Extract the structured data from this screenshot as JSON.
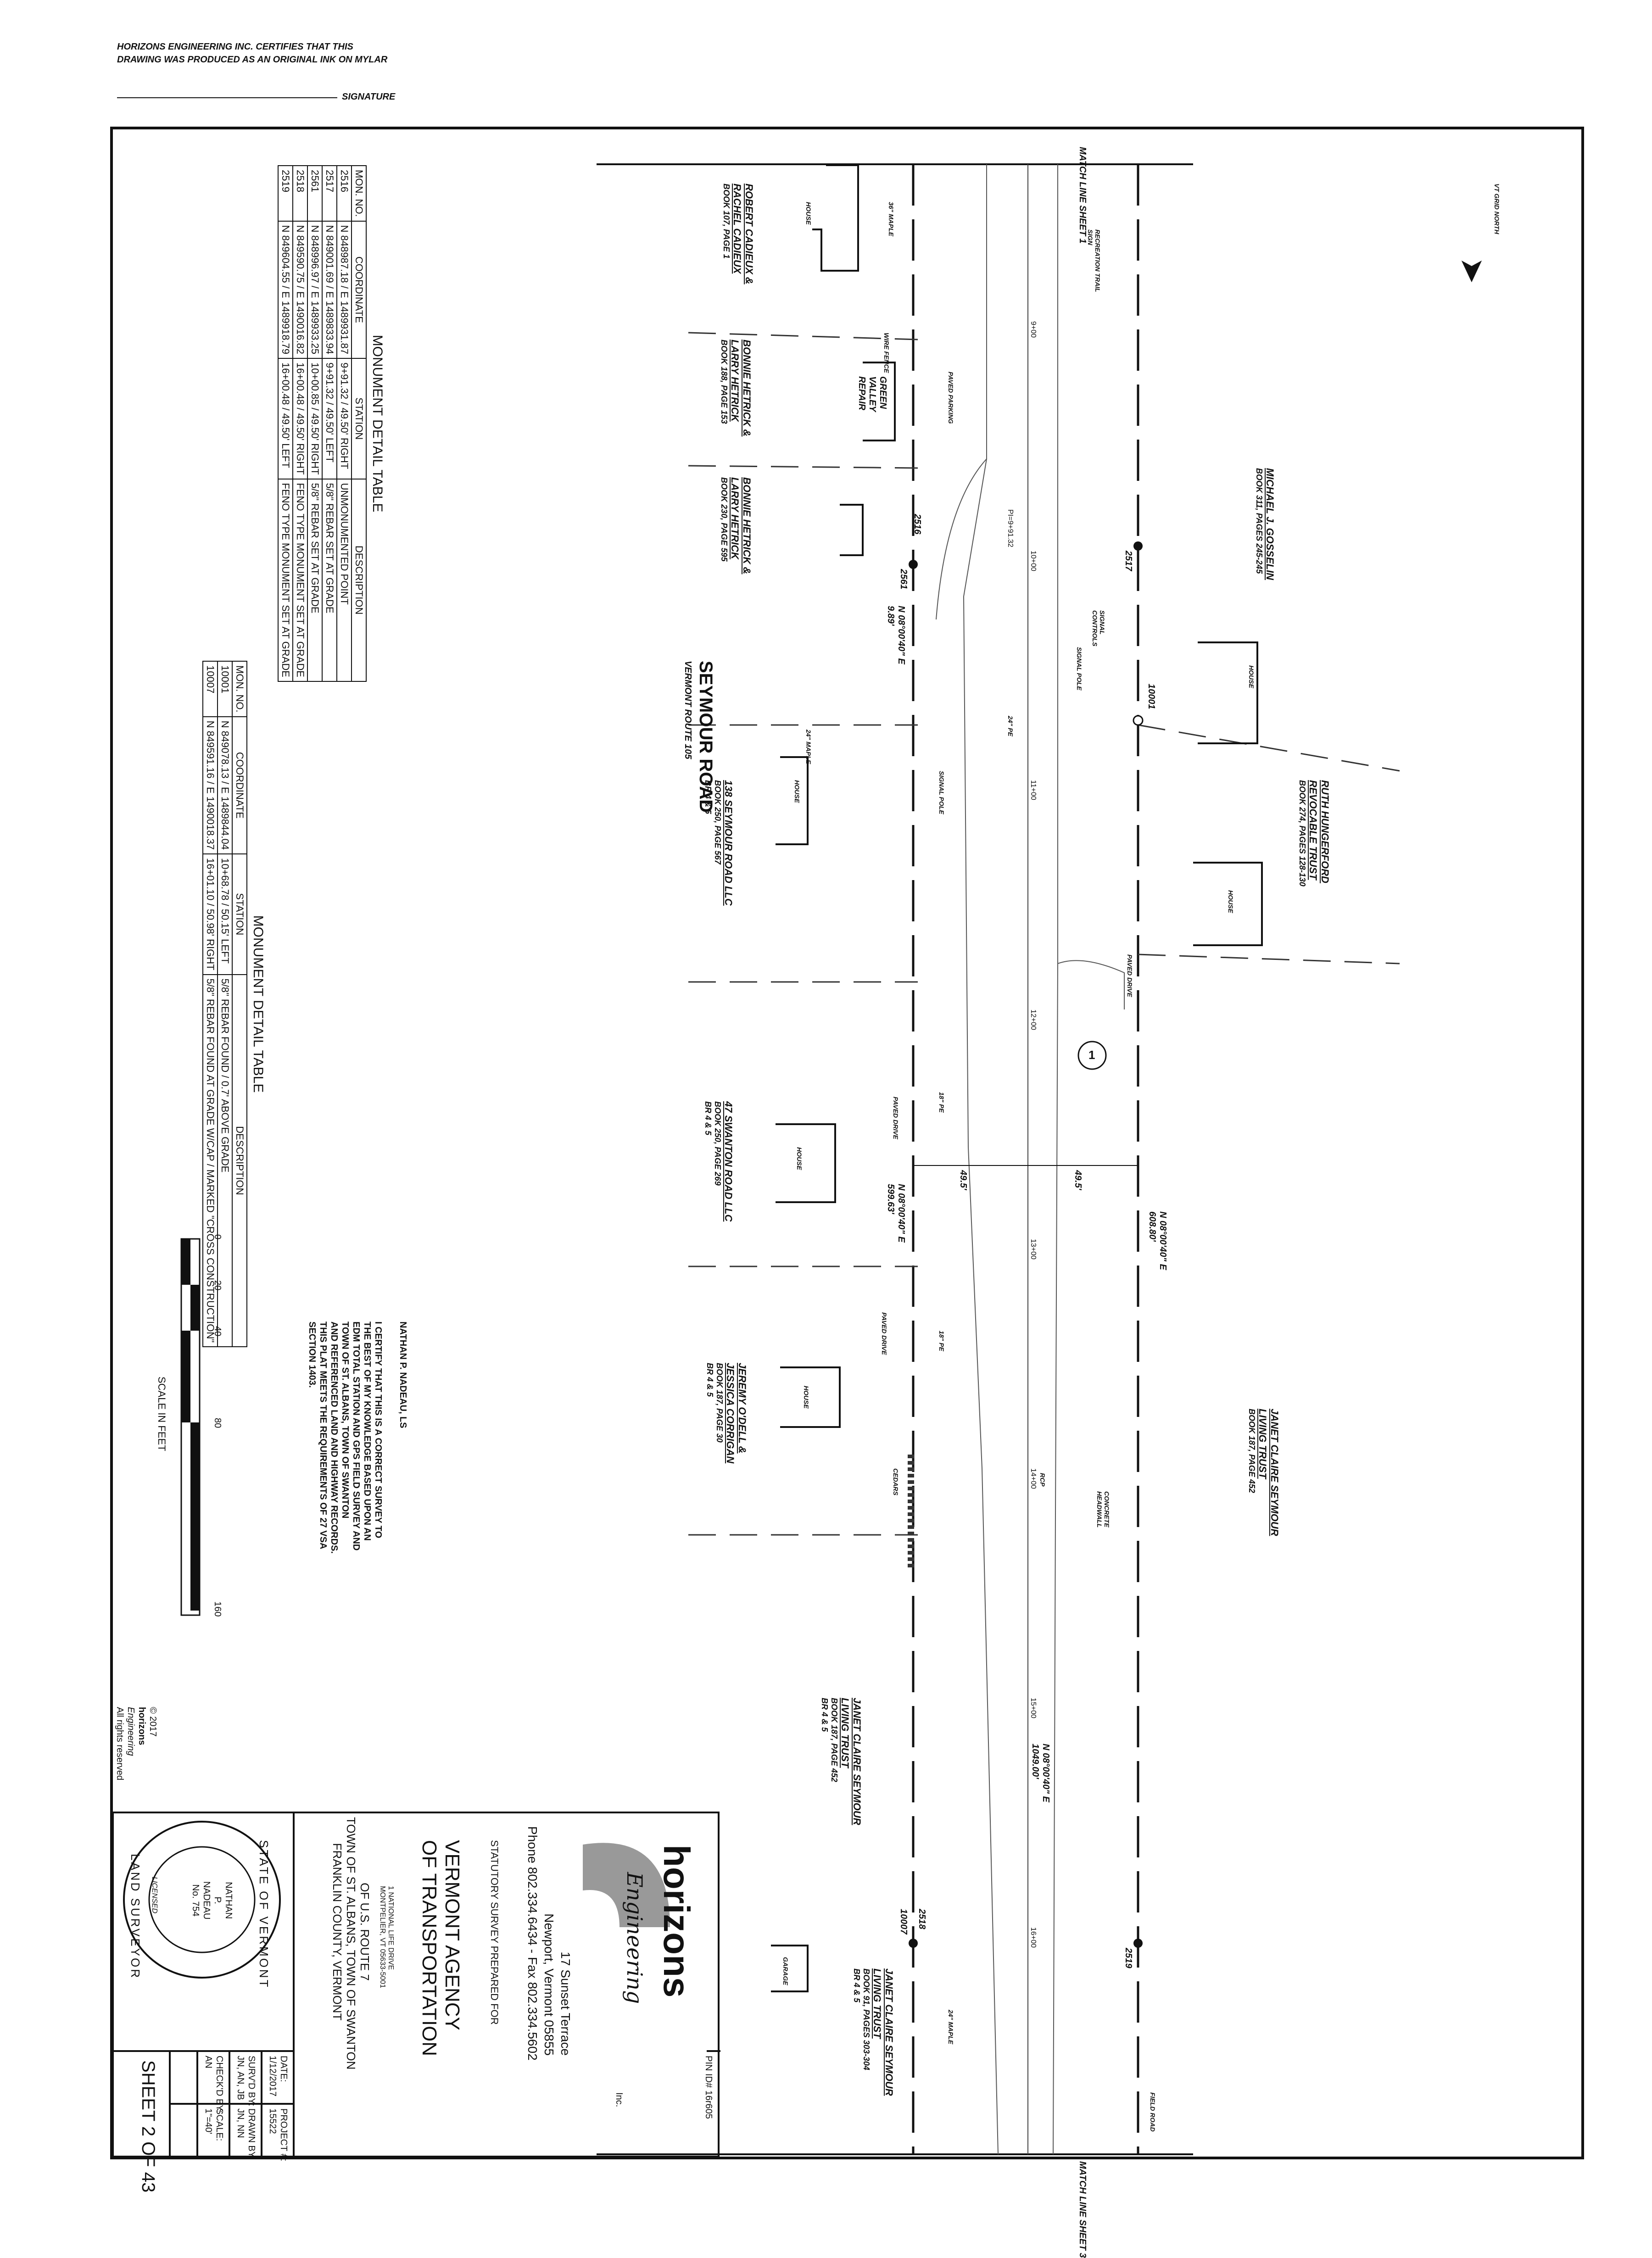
{
  "header": {
    "cert_line1": "HORIZONS ENGINEERING INC. CERTIFIES THAT THIS",
    "cert_line2": "DRAWING WAS PRODUCED AS AN ORIGINAL INK ON MYLAR",
    "signature_label": "SIGNATURE"
  },
  "match_lines": {
    "top": "MATCH LINE SHEET 1",
    "bottom": "MATCH LINE SHEET 3"
  },
  "north": {
    "label": "VT GRID NORTH"
  },
  "road": {
    "name": "SEYMOUR ROAD",
    "route": "VERMONT ROUTE 105"
  },
  "owners": [
    {
      "name1": "MICHAEL J. GOSSELIN",
      "name2": "",
      "ref": "BOOK 311, PAGES 245-245",
      "extra": ""
    },
    {
      "name1": "RUTH HUNGERFORD",
      "name2": "REVOCABLE TRUST",
      "ref": "BOOK 274, PAGES 128-130",
      "extra": ""
    },
    {
      "name1": "JANET CLAIRE SEYMOUR",
      "name2": "LIVING TRUST",
      "ref": "BOOK 187, PAGE 452",
      "extra": ""
    },
    {
      "name1": "ROBERT CADIEUX &",
      "name2": "RACHEL CADIEUX",
      "ref": "BOOK 107, PAGE 1",
      "extra": ""
    },
    {
      "name1": "BONNIE HETRICK &",
      "name2": "LARRY HETRICK",
      "ref": "BOOK 188, PAGE 153",
      "extra": ""
    },
    {
      "name1": "BONNIE HETRICK &",
      "name2": "LARRY HETRICK",
      "ref": "BOOK 230, PAGE 595",
      "extra": ""
    },
    {
      "name1": "138 SEYMOUR ROAD LLC",
      "name2": "",
      "ref": "BOOK 250, PAGE 567",
      "extra": "BR 4 & 5"
    },
    {
      "name1": "47 SWANTON ROAD LLC",
      "name2": "",
      "ref": "BOOK 250, PAGE 269",
      "extra": "BR 4 & 5"
    },
    {
      "name1": "JEREMY O'DELL &",
      "name2": "JESSICA CORRIGAN",
      "ref": "BOOK 187, PAGE 30",
      "extra": "BR 4 & 5"
    },
    {
      "name1": "JANET CLAIRE SEYMOUR",
      "name2": "LIVING TRUST",
      "ref": "BOOK 187, PAGE 452",
      "extra": "BR 4 & 5"
    },
    {
      "name1": "JANET CLAIRE SEYMOUR",
      "name2": "LIVING TRUST",
      "ref": "BOOK 91, PAGES 303-304",
      "extra": "BR 4 & 5"
    }
  ],
  "features": {
    "house": "HOUSE",
    "garage": "GARAGE",
    "green_valley_1": "GREEN",
    "green_valley_2": "VALLEY",
    "green_valley_3": "REPAIR",
    "wire_fence": "WIRE FENCE",
    "paved_parking": "PAVED PARKING",
    "paved_drive": "PAVED DRIVE",
    "recreation_sign_1": "RECREATION TRAIL",
    "recreation_sign_2": "SIGN",
    "signal_controls_1": "SIGNAL",
    "signal_controls_2": "CONTROLS",
    "signal_pole": "SIGNAL POLE",
    "concrete_headwall_1": "CONCRETE",
    "concrete_headwall_2": "HEADWALL",
    "cedars": "CEDARS",
    "field_road": "FIELD ROAD",
    "maple36": "36\" MAPLE",
    "maple24": "24\" MAPLE",
    "maple24b": "24\" MAPLE",
    "pe24": "24\" PE",
    "pe18": "18\" PE",
    "pe18b": "18\" PE",
    "rcp": "RCP",
    "callout": "1"
  },
  "stations": [
    "9+00",
    "10+00",
    "11+00",
    "12+00",
    "13+00",
    "14+00",
    "15+00",
    "16+00"
  ],
  "pi_label": "PI=9+91.32",
  "monuments_on_plan": [
    "2517",
    "10001",
    "2516",
    "2561",
    "2518",
    "10007",
    "2519"
  ],
  "bearings": {
    "b1": "N 08°00'40\" E",
    "b1d": "9.89'",
    "b2": "N 08°00'40\" E",
    "b2d": "608.80'",
    "b3": "N 08°00'40\" E",
    "b3d": "599.63'",
    "b4": "N 08°00'40\" E",
    "b4d": "1049.00'",
    "w1": "49.5'",
    "w2": "49.5'"
  },
  "table1": {
    "title": "MONUMENT DETAIL TABLE",
    "headers": [
      "MON. NO.",
      "COORDINATE",
      "STATION",
      "DESCRIPTION"
    ],
    "rows": [
      [
        "2516",
        "N 848987.18 / E 1489931.87",
        "9+91.32 / 49.50' RIGHT",
        "UNMONUMENTED POINT"
      ],
      [
        "2517",
        "N 849001.69 / E 1489833.94",
        "9+91.32 / 49.50' LEFT",
        "5/8\" REBAR SET AT GRADE"
      ],
      [
        "2561",
        "N 848996.97 / E 1489933.25",
        "10+00.85 / 49.50' RIGHT",
        "5/8\" REBAR SET AT GRADE"
      ],
      [
        "2518",
        "N 849590.75 / E 1490016.82",
        "16+00.48 / 49.50' RIGHT",
        "FENO TYPE MONUMENT SET AT GRADE"
      ],
      [
        "2519",
        "N 849604.55 / E 1489918.79",
        "16+00.48 / 49.50' LEFT",
        "FENO TYPE MONUMENT SET AT GRADE"
      ]
    ]
  },
  "table2": {
    "title": "MONUMENT DETAIL TABLE",
    "headers": [
      "MON. NO.",
      "COORDINATE",
      "STATION",
      "DESCRIPTION"
    ],
    "rows": [
      [
        "10001",
        "N 849078.13 / E 1489844.04",
        "10+68.78 / 50.15' LEFT",
        "5/8\" REBAR FOUND / 0.7' ABOVE GRADE"
      ],
      [
        "10007",
        "N 849591.16 / E 1490018.37",
        "16+01.10 / 50.98' RIGHT",
        "5/8\" REBAR FOUND AT GRADE W/CAP / MARKED \"CROSS CONSTRUCTION\""
      ]
    ]
  },
  "certification": {
    "name": "NATHAN P. NADEAU, LS",
    "text": [
      "I CERTIFY THAT THIS IS A CORRECT SURVEY TO",
      "THE BEST OF MY KNOWLEDGE BASED UPON AN",
      "EDM TOTAL STATION AND GPS FIELD SURVEY AND",
      "TOWN OF ST. ALBANS, TOWN OF SWANTON",
      "AND REFERENCED LAND AND HIGHWAY RECORDS.",
      "THIS PLAT MEETS THE REQUIREMENTS OF 27 VSA",
      "SECTION 1403."
    ]
  },
  "scale_bar": {
    "ticks": [
      "0",
      "20",
      "40",
      "80",
      "160"
    ],
    "label": "SCALE IN FEET"
  },
  "copyright": {
    "year": "© 2017",
    "company": "horizons",
    "sub": "Engineering",
    "rights": "All rights reserved"
  },
  "title_block": {
    "company": "horizons",
    "company_sub": "Engineering",
    "inc": "Inc.",
    "address1": "17 Sunset Terrace",
    "address2": "Newport, Vermont 05855",
    "phone": "Phone 802.334.6434 - Fax 802.334.5602",
    "pin": "PIN ID# 16r605",
    "prepared_for": "STATUTORY SURVEY PREPARED FOR",
    "client1": "VERMONT AGENCY",
    "client2": "OF TRANSPORTATION",
    "client_addr1": "1 NATIONAL LIFE DRIVE",
    "client_addr2": "MONTPELIER, VT 05633-5001",
    "project1": "OF U.S. ROUTE 7",
    "project2": "TOWN OF ST. ALBANS, TOWN OF SWANTON",
    "project3": "FRANKLIN COUNTY, VERMONT",
    "date_label": "DATE:",
    "date": "1/12/2017",
    "project_label": "PROJECT #:",
    "project_no": "15522",
    "survd_label": "SURV'D BY:",
    "survd": "JN, AN, JB",
    "drawn_label": "DRAWN BY:",
    "drawn": "JN, NN",
    "checked_label": "CHECK'D BY:",
    "checked": "AN",
    "scale_label": "SCALE:",
    "scale": "1\"=40'",
    "sheet": "SHEET 2 OF 43"
  },
  "seal": {
    "ring_top": "STATE OF VERMONT",
    "ring_bottom": "LAND SURVEYOR",
    "line1": "NATHAN",
    "line2": "P.",
    "line3": "NADEAU",
    "line4": "No. 754",
    "licensed": "LICENSED"
  }
}
